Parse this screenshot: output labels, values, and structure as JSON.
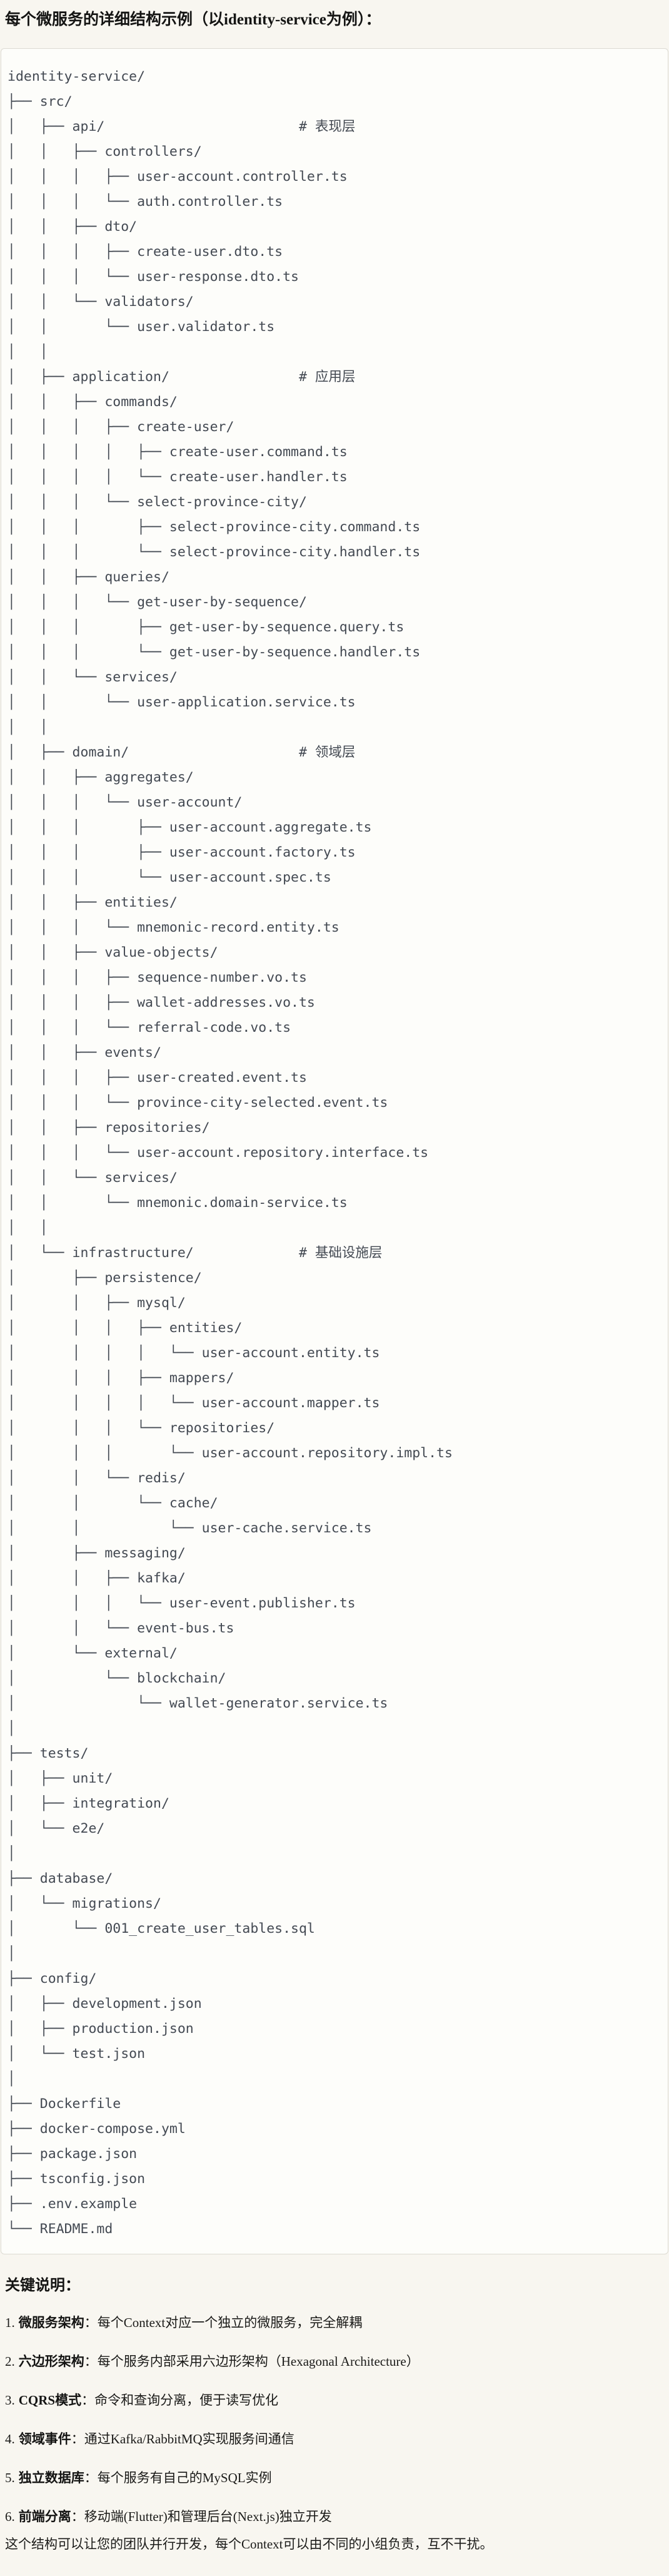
{
  "page": {
    "title": "每个微服务的详细结构示例（以identity-service为例）："
  },
  "tree": {
    "lines": [
      "identity-service/",
      "├── src/",
      "│   ├── api/                        # 表现层",
      "│   │   ├── controllers/",
      "│   │   │   ├── user-account.controller.ts",
      "│   │   │   └── auth.controller.ts",
      "│   │   ├── dto/",
      "│   │   │   ├── create-user.dto.ts",
      "│   │   │   └── user-response.dto.ts",
      "│   │   └── validators/",
      "│   │       └── user.validator.ts",
      "│   │",
      "│   ├── application/                # 应用层",
      "│   │   ├── commands/",
      "│   │   │   ├── create-user/",
      "│   │   │   │   ├── create-user.command.ts",
      "│   │   │   │   └── create-user.handler.ts",
      "│   │   │   └── select-province-city/",
      "│   │   │       ├── select-province-city.command.ts",
      "│   │   │       └── select-province-city.handler.ts",
      "│   │   ├── queries/",
      "│   │   │   └── get-user-by-sequence/",
      "│   │   │       ├── get-user-by-sequence.query.ts",
      "│   │   │       └── get-user-by-sequence.handler.ts",
      "│   │   └── services/",
      "│   │       └── user-application.service.ts",
      "│   │",
      "│   ├── domain/                     # 领域层",
      "│   │   ├── aggregates/",
      "│   │   │   └── user-account/",
      "│   │   │       ├── user-account.aggregate.ts",
      "│   │   │       ├── user-account.factory.ts",
      "│   │   │       └── user-account.spec.ts",
      "│   │   ├── entities/",
      "│   │   │   └── mnemonic-record.entity.ts",
      "│   │   ├── value-objects/",
      "│   │   │   ├── sequence-number.vo.ts",
      "│   │   │   ├── wallet-addresses.vo.ts",
      "│   │   │   └── referral-code.vo.ts",
      "│   │   ├── events/",
      "│   │   │   ├── user-created.event.ts",
      "│   │   │   └── province-city-selected.event.ts",
      "│   │   ├── repositories/",
      "│   │   │   └── user-account.repository.interface.ts",
      "│   │   └── services/",
      "│   │       └── mnemonic.domain-service.ts",
      "│   │",
      "│   └── infrastructure/             # 基础设施层",
      "│       ├── persistence/",
      "│       │   ├── mysql/",
      "│       │   │   ├── entities/",
      "│       │   │   │   └── user-account.entity.ts",
      "│       │   │   ├── mappers/",
      "│       │   │   │   └── user-account.mapper.ts",
      "│       │   │   └── repositories/",
      "│       │   │       └── user-account.repository.impl.ts",
      "│       │   └── redis/",
      "│       │       └── cache/",
      "│       │           └── user-cache.service.ts",
      "│       ├── messaging/",
      "│       │   ├── kafka/",
      "│       │   │   └── user-event.publisher.ts",
      "│       │   └── event-bus.ts",
      "│       └── external/",
      "│           └── blockchain/",
      "│               └── wallet-generator.service.ts",
      "│",
      "├── tests/",
      "│   ├── unit/",
      "│   ├── integration/",
      "│   └── e2e/",
      "│",
      "├── database/",
      "│   └── migrations/",
      "│       └── 001_create_user_tables.sql",
      "│",
      "├── config/",
      "│   ├── development.json",
      "│   ├── production.json",
      "│   └── test.json",
      "│",
      "├── Dockerfile",
      "├── docker-compose.yml",
      "├── package.json",
      "├── tsconfig.json",
      "├── .env.example",
      "└── README.md"
    ]
  },
  "notes": {
    "heading": "关键说明：",
    "items": [
      {
        "num": "1.",
        "label": "微服务架构",
        "text": "：每个Context对应一个独立的微服务，完全解耦"
      },
      {
        "num": "2.",
        "label": "六边形架构",
        "text": "：每个服务内部采用六边形架构（Hexagonal Architecture）"
      },
      {
        "num": "3.",
        "label": "CQRS模式",
        "text": "：命令和查询分离，便于读写优化"
      },
      {
        "num": "4.",
        "label": "领域事件",
        "text": "：通过Kafka/RabbitMQ实现服务间通信"
      },
      {
        "num": "5.",
        "label": "独立数据库",
        "text": "：每个服务有自己的MySQL实例"
      },
      {
        "num": "6.",
        "label": "前端分离",
        "text": "：移动端(Flutter)和管理后台(Next.js)独立开发"
      }
    ],
    "footer": "这个结构可以让您的团队并行开发，每个Context可以由不同的小组负责，互不干扰。"
  },
  "colors": {
    "page_bg": "#f8f6f0",
    "code_bg": "#fdfdfa",
    "code_border": "#dcdad2",
    "tree_text": "#434952",
    "heading_text": "#141413",
    "body_text": "#1b1b19"
  }
}
